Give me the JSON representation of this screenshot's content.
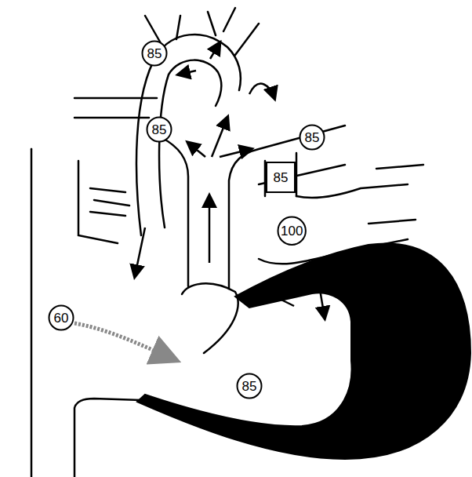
{
  "diagram": {
    "nodes": [
      {
        "text": [
          "85"
        ]
      },
      {
        "text": [
          "85"
        ]
      },
      {
        "text": [
          "85"
        ]
      },
      {
        "text": [
          "85"
        ]
      },
      {
        "text": [
          "100"
        ]
      },
      {
        "text": [
          "60"
        ]
      },
      {
        "text": [
          "85"
        ]
      }
    ]
  }
}
